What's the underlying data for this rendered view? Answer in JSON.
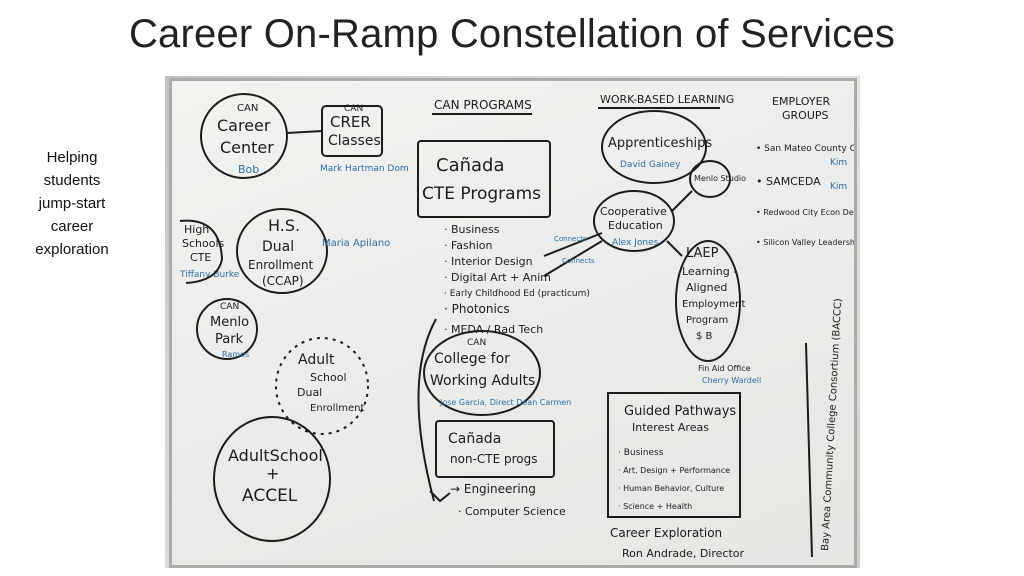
{
  "slide": {
    "title": "Career On-Ramp Constellation of Services",
    "caption": [
      "Helping",
      "students",
      "jump-start",
      "career",
      "exploration"
    ]
  },
  "whiteboard": {
    "career_center": {
      "top": "CAN",
      "line1": "Career",
      "line2": "Center",
      "person": "Bob"
    },
    "crer": {
      "top": "CAN",
      "line1": "CRER",
      "line2": "Classes",
      "person": "Mark Hartman Dom"
    },
    "hs_schools": {
      "line1": "High",
      "line2": "Schools",
      "line3": "CTE",
      "person": "Tiffany Burke"
    },
    "hs_dual": {
      "line1": "H.S.",
      "line2": "Dual",
      "line3": "Enrollment",
      "line4": "(CCAP)",
      "person": "Maria Apilano"
    },
    "menlo_park": {
      "top": "CAN",
      "line1": "Menlo",
      "line2": "Park",
      "person": "Ramos"
    },
    "adult_dual": {
      "line1": "Adult",
      "line2": "School",
      "line3": "Dual",
      "line4": "Enrollment"
    },
    "adult_accel": {
      "line1": "AdultSchool",
      "line2": "+",
      "line3": "ACCEL"
    },
    "can_programs": {
      "header": "CAN PROGRAMS",
      "box_line1": "Cañada",
      "box_line2": "CTE Programs",
      "items": [
        "· Business",
        "· Fashion",
        "· Interior Design",
        "· Digital Art + Anim",
        "· Early Childhood Ed (practicum)",
        "· Photonics",
        "· MEDA / Rad Tech"
      ],
      "link1": "Connects",
      "link2": "Connects"
    },
    "college_working": {
      "top": "CAN",
      "line1": "College for",
      "line2": "Working Adults",
      "person": "Jose Garcia, Direct Dean Carmen"
    },
    "canada_nonctes": {
      "line1": "Cañada",
      "line2": "non-CTE progs"
    },
    "engineering": [
      "→ Engineering",
      "· Computer Science"
    ],
    "work_based": {
      "header": "WORK-BASED LEARNING",
      "apprenticeships": "Apprenticeships",
      "apprenticeships_person": "David Gainey",
      "menlo_studio": "Menlo Studio",
      "coop_line1": "Cooperative",
      "coop_line2": "Education",
      "coop_person": "Alex Jones",
      "laep": [
        "LAEP",
        "Learning -",
        "Aligned",
        "Employment",
        "Program",
        "$ B"
      ],
      "laep_note": "Fin Aid Office",
      "laep_person": "Cherry Wardell"
    },
    "employer": {
      "header_line1": "EMPLOYER",
      "header_line2": "GROUPS",
      "items": [
        "• San Mateo County Chamber",
        "• SAMCEDA",
        "• Redwood City Econ Dev. Director",
        "• Silicon Valley Leadership Group"
      ],
      "tags": [
        "Kim",
        "Kim"
      ]
    },
    "guided": {
      "title_line1": "Guided Pathways",
      "title_line2": "Interest Areas",
      "items": [
        "· Business",
        "· Art, Design + Performance",
        "· Human Behavior, Culture",
        "· Science + Health"
      ],
      "footer_line1": "Career Exploration",
      "footer_line2": "Ron Andrade, Director"
    },
    "side_vertical": "Bay Area Community College Consortium (BACCC)"
  }
}
